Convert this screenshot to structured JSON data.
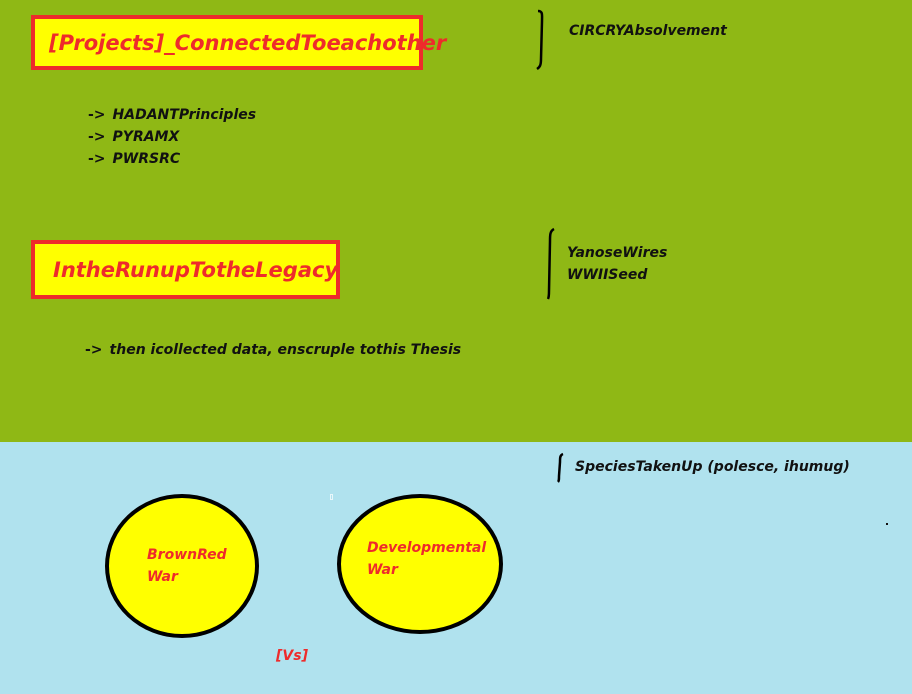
{
  "section_top": {
    "title_1": "[Projects]_ConnectedToeachother",
    "items": [
      {
        "arrow": "->",
        "label": "HADANTPrinciples"
      },
      {
        "arrow": "->",
        "label": "PYRAMX"
      },
      {
        "arrow": "->",
        "label": "PWRSRC"
      }
    ],
    "side_note_1": "CIRCRYAbsolvement",
    "title_2": "IntheRunupTotheLegacy",
    "side_note_2": [
      "YanoseWires",
      "WWIISeed"
    ],
    "note": {
      "arrow": "->",
      "text": "then icollected data, enscruple tothis Thesis"
    }
  },
  "section_bottom": {
    "side_note": "SpeciesTakenUp (polesce, ihumug)",
    "circles": [
      {
        "line1": "BrownRed",
        "line2": "War"
      },
      {
        "line1": "Developmental",
        "line2": "War"
      }
    ],
    "vs_label": "[Vs]"
  },
  "colors": {
    "top_background": "#8fb815",
    "bottom_background": "#b0e2ee",
    "box_fill": "#ffff00",
    "accent_red": "#ee2b2b",
    "text_dark": "#111111"
  }
}
